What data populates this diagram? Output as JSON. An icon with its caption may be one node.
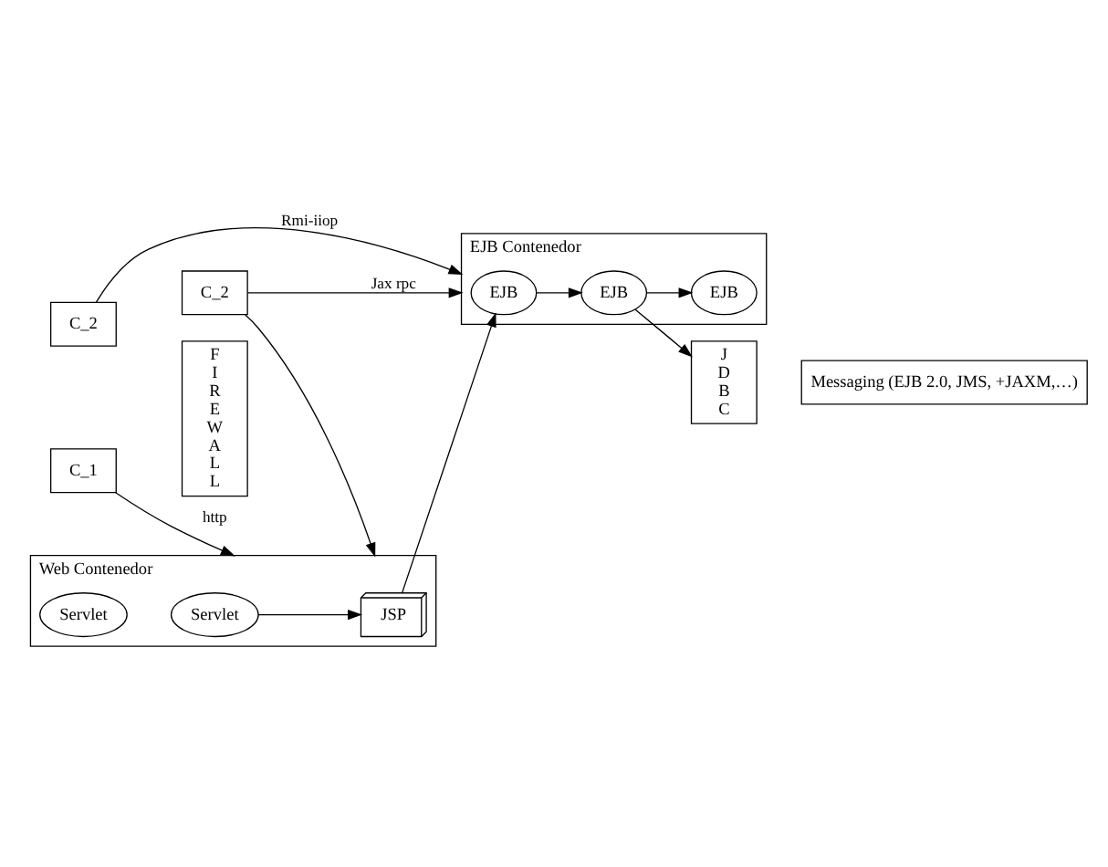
{
  "diagram": {
    "nodes": [
      {
        "text": [
          "C_1"
        ]
      },
      {
        "text": [
          "C_2"
        ]
      },
      {
        "text": [
          "C_2"
        ]
      },
      {
        "text": [
          "F I R E W A L L"
        ]
      },
      {
        "text": [
          "Web Contenedor"
        ]
      },
      {
        "text": [
          "JSP"
        ],
        "in": 4
      },
      {
        "text": [
          "Servlet"
        ],
        "in": 4
      },
      {
        "text": [
          "Servlet"
        ],
        "in": 4
      },
      {
        "text": [
          "EJB Contenedor"
        ]
      },
      {
        "text": [
          "EJB"
        ],
        "in": 8
      },
      {
        "text": [
          "EJB"
        ],
        "in": 8
      },
      {
        "text": [
          "EJB"
        ],
        "in": 8
      },
      {
        "text": [
          "J D B C"
        ]
      },
      {
        "text": [
          "Messaging (EJB 2.0, JMS, +JAXM,…)"
        ]
      }
    ],
    "edges": [
      {
        "from": 0,
        "to": 4,
        "label": "http",
        "arrow": "to"
      },
      {
        "from": 1,
        "to": 4,
        "arrow": "to"
      },
      {
        "from": 1,
        "to": 8,
        "label": "Jax rpc",
        "arrow": "to"
      },
      {
        "from": 2,
        "to": 8,
        "label": "Rmi-iiop",
        "arrow": "to"
      },
      {
        "from": 6,
        "to": 5,
        "arrow": "to"
      },
      {
        "from": 5,
        "to": 9,
        "arrow": "to"
      },
      {
        "from": 9,
        "to": 10,
        "arrow": "to"
      },
      {
        "from": 10,
        "to": 11,
        "arrow": "to"
      },
      {
        "from": 10,
        "to": 12,
        "arrow": "to"
      }
    ]
  }
}
